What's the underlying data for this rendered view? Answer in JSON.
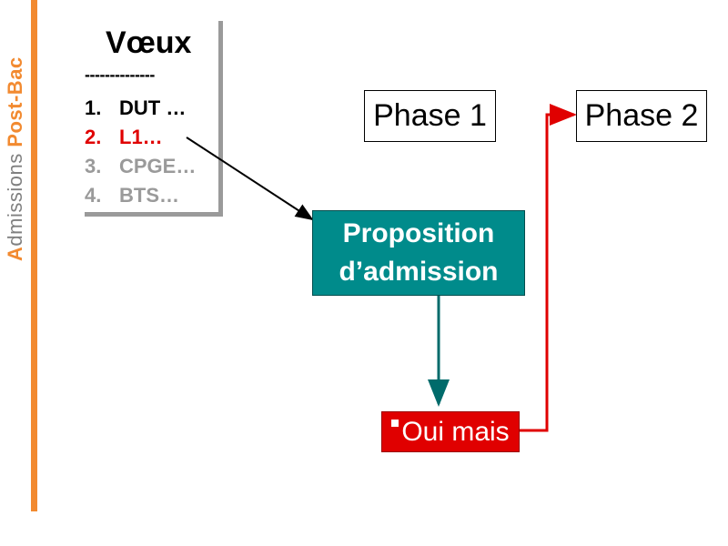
{
  "sidebar": {
    "title_cap": "A",
    "title_rest": "dmissions ",
    "title_accent": "Post-Bac"
  },
  "voeux": {
    "title": "Vœux",
    "separator": "--------------",
    "items": [
      {
        "num": "1.",
        "label": "DUT …",
        "color": "#000000"
      },
      {
        "num": "2.",
        "label": "L1…",
        "color": "#e00000"
      },
      {
        "num": "3.",
        "label": "CPGE…",
        "color": "#9a9a9a"
      },
      {
        "num": "4.",
        "label": "BTS…",
        "color": "#9a9a9a"
      }
    ]
  },
  "diagram": {
    "phase1": "Phase 1",
    "phase2": "Phase 2",
    "proposition_line1": "Proposition",
    "proposition_line2": "d’admission",
    "oui_mais": "Oui mais"
  },
  "colors": {
    "accent": "#f28a30",
    "teal": "#008b8b",
    "red": "#e00000"
  }
}
